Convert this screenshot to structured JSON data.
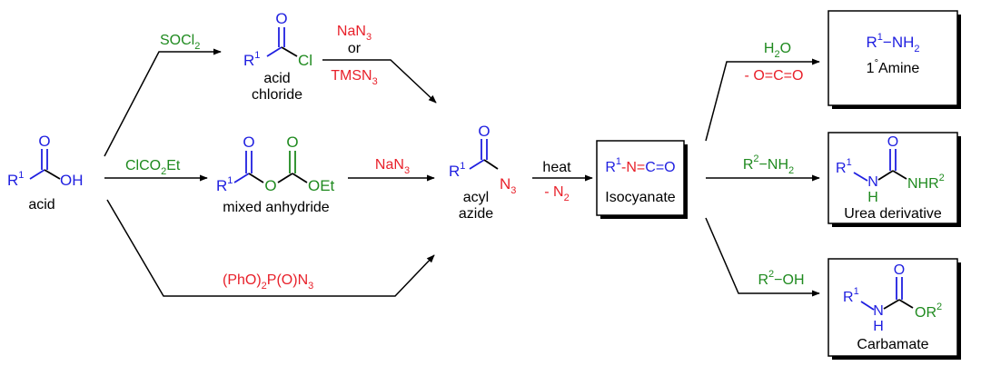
{
  "colors": {
    "black": "#000000",
    "blue": "#1f1fe0",
    "red": "#e8202a",
    "green": "#1f8a1f"
  },
  "atoms": {
    "O": "O",
    "OH": "OH",
    "Cl": "Cl",
    "OEt": "OEt",
    "N": "N",
    "H": "H",
    "C": "C",
    "N3": "N",
    "N3_sub": "3"
  },
  "groups": {
    "R": "R",
    "sup1": "1",
    "sup2": "2",
    "NH": "NH",
    "NH2_sub": "2",
    "OR": "OR",
    "NHR": "NHR"
  },
  "labels": {
    "acid": "acid",
    "acid_chloride_1": "acid",
    "acid_chloride_2": "chloride",
    "mixed_anhydride": "mixed anhydride",
    "acyl": "acyl",
    "azide": "azide",
    "isocyanate": "Isocyanate",
    "amine_degree": "1",
    "amine_word": "Amine",
    "urea": "Urea derivative",
    "carbamate": "Carbamate"
  },
  "reagents": {
    "socl2_a": "SOCl",
    "socl2_sub": "2",
    "nan3_a": "NaN",
    "nan3_sub": "3",
    "or": "or",
    "tmsn3_a": "TMSN",
    "tmsn3_sub": "3",
    "clco2et_a": "ClCO",
    "clco2et_sub": "2",
    "clco2et_b": "Et",
    "nan3_mid_a": "NaN",
    "nan3_mid_sub": "3",
    "dppa_a": "(PhO)",
    "dppa_sub1": "2",
    "dppa_b": "P(O)N",
    "dppa_sub2": "3",
    "heat": "heat",
    "minus_n2_a": "- N",
    "minus_n2_sub": "2",
    "h2o_a": "H",
    "h2o_sub": "2",
    "h2o_b": "O",
    "minus_co2": "- O=C=O",
    "r2nh2_a": "R",
    "r2nh2_sup": "2",
    "r2nh2_b": "−NH",
    "r2nh2_sub": "2",
    "r2oh_a": "R",
    "r2oh_sup": "2",
    "r2oh_b": "−OH"
  },
  "isocyanate_formula": {
    "r": "R",
    "sup": "1",
    "rest_a": "-N=",
    "rest_b": "C=O"
  },
  "amine_formula": {
    "r": "R",
    "sup": "1",
    "dash_n": "−NH",
    "sub": "2"
  }
}
